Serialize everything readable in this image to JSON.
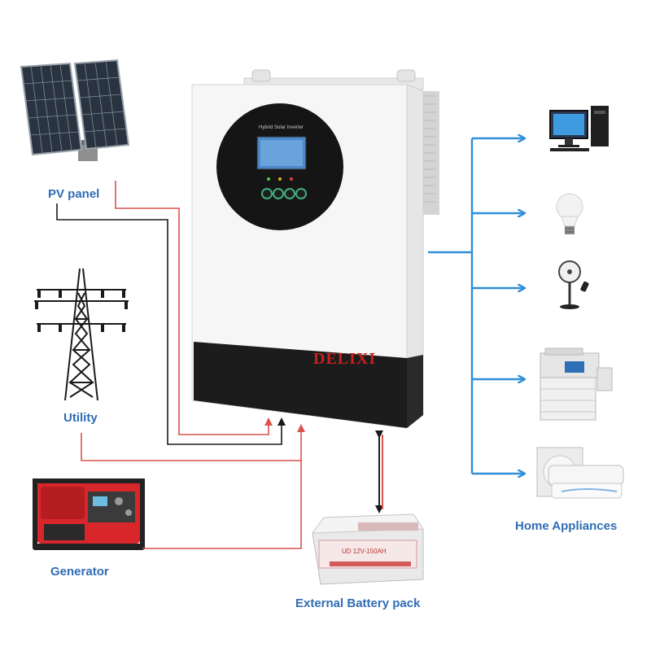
{
  "labels": {
    "pv_panel": "PV panel",
    "utility": "Utility",
    "generator": "Generator",
    "battery": "External Battery pack",
    "appliances": "Home Appliances"
  },
  "inverter": {
    "brand": "DELIXI",
    "display_title": "Hybrid Solar Inverter"
  },
  "battery_print": "UD 12V-150AH",
  "colors": {
    "label_text": "#2f6db5",
    "ac_line": "#d9534f",
    "dc_line": "#1a1a1a",
    "output_line": "#2f8fd8",
    "brand": "#c8201e",
    "inverter_body": "#f6f6f6",
    "inverter_base": "#1c1c1c"
  },
  "icons": [
    "solar-panel-icon",
    "power-tower-icon",
    "generator-icon",
    "battery-icon",
    "computer-icon",
    "light-bulb-icon",
    "fan-icon",
    "printer-icon",
    "air-conditioner-icon"
  ]
}
